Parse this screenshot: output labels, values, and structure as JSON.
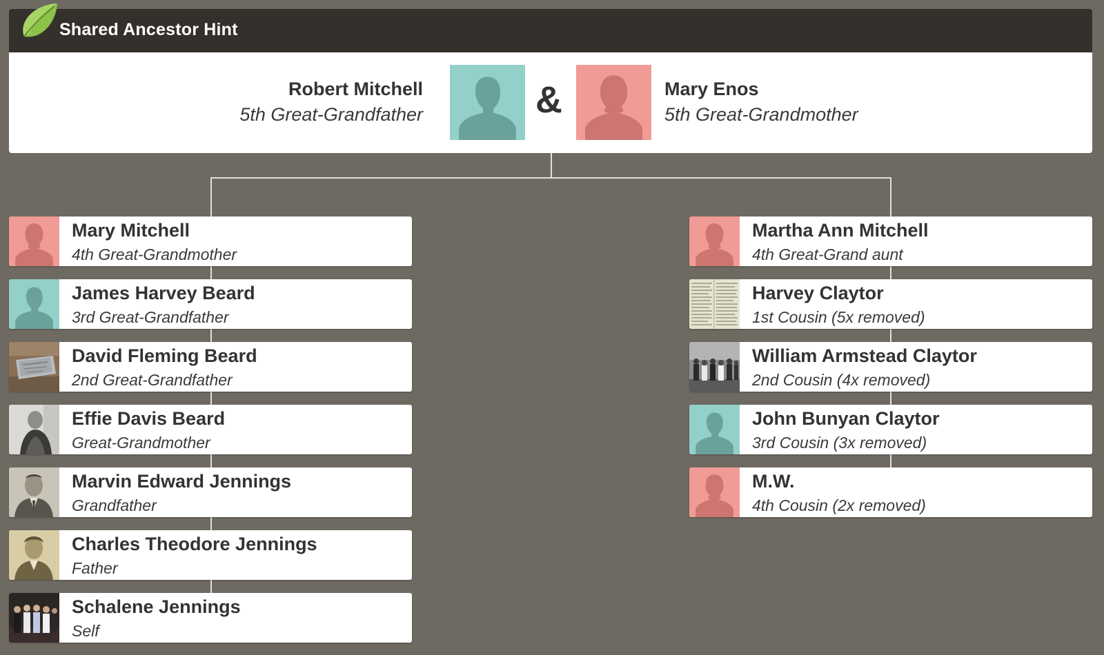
{
  "header": {
    "title": "Shared Ancestor Hint"
  },
  "couple": {
    "male": {
      "name": "Robert Mitchell",
      "relation": "5th Great-Grandfather"
    },
    "ampersand": "&",
    "female": {
      "name": "Mary Enos",
      "relation": "5th Great-Grandmother"
    }
  },
  "left_line": [
    {
      "name": "Mary Mitchell",
      "relation": "4th Great-Grandmother",
      "photo": "female-silhouette-icon"
    },
    {
      "name": "James Harvey Beard",
      "relation": "3rd Great-Grandfather",
      "photo": "male-silhouette-icon"
    },
    {
      "name": "David Fleming Beard",
      "relation": "2nd Great-Grandfather",
      "photo": "gravestone-photo"
    },
    {
      "name": "Effie Davis Beard",
      "relation": "Great-Grandmother",
      "photo": "portrait-photo"
    },
    {
      "name": "Marvin Edward Jennings",
      "relation": "Grandfather",
      "photo": "portrait-photo"
    },
    {
      "name": "Charles Theodore Jennings",
      "relation": "Father",
      "photo": "portrait-photo"
    },
    {
      "name": "Schalene Jennings",
      "relation": "Self",
      "photo": "group-photo"
    }
  ],
  "right_line": [
    {
      "name": "Martha Ann Mitchell",
      "relation": "4th Great-Grand aunt",
      "photo": "female-silhouette-icon"
    },
    {
      "name": "Harvey Claytor",
      "relation": "1st Cousin (5x removed)",
      "photo": "document-photo"
    },
    {
      "name": "William Armstead Claytor",
      "relation": "2nd Cousin (4x removed)",
      "photo": "group-photo"
    },
    {
      "name": "John Bunyan Claytor",
      "relation": "3rd Cousin (3x removed)",
      "photo": "male-silhouette-icon"
    },
    {
      "name": "M.W.",
      "relation": "4th Cousin (2x removed)",
      "photo": "female-silhouette-icon"
    }
  ],
  "colors": {
    "background": "#6e6a62",
    "titlebar": "#34302c",
    "male_tile": "#93d0c9",
    "male_silhouette": "#6aa19b",
    "female_tile": "#f19b96",
    "female_silhouette": "#cc7571",
    "leaf": "#8cc24a"
  }
}
